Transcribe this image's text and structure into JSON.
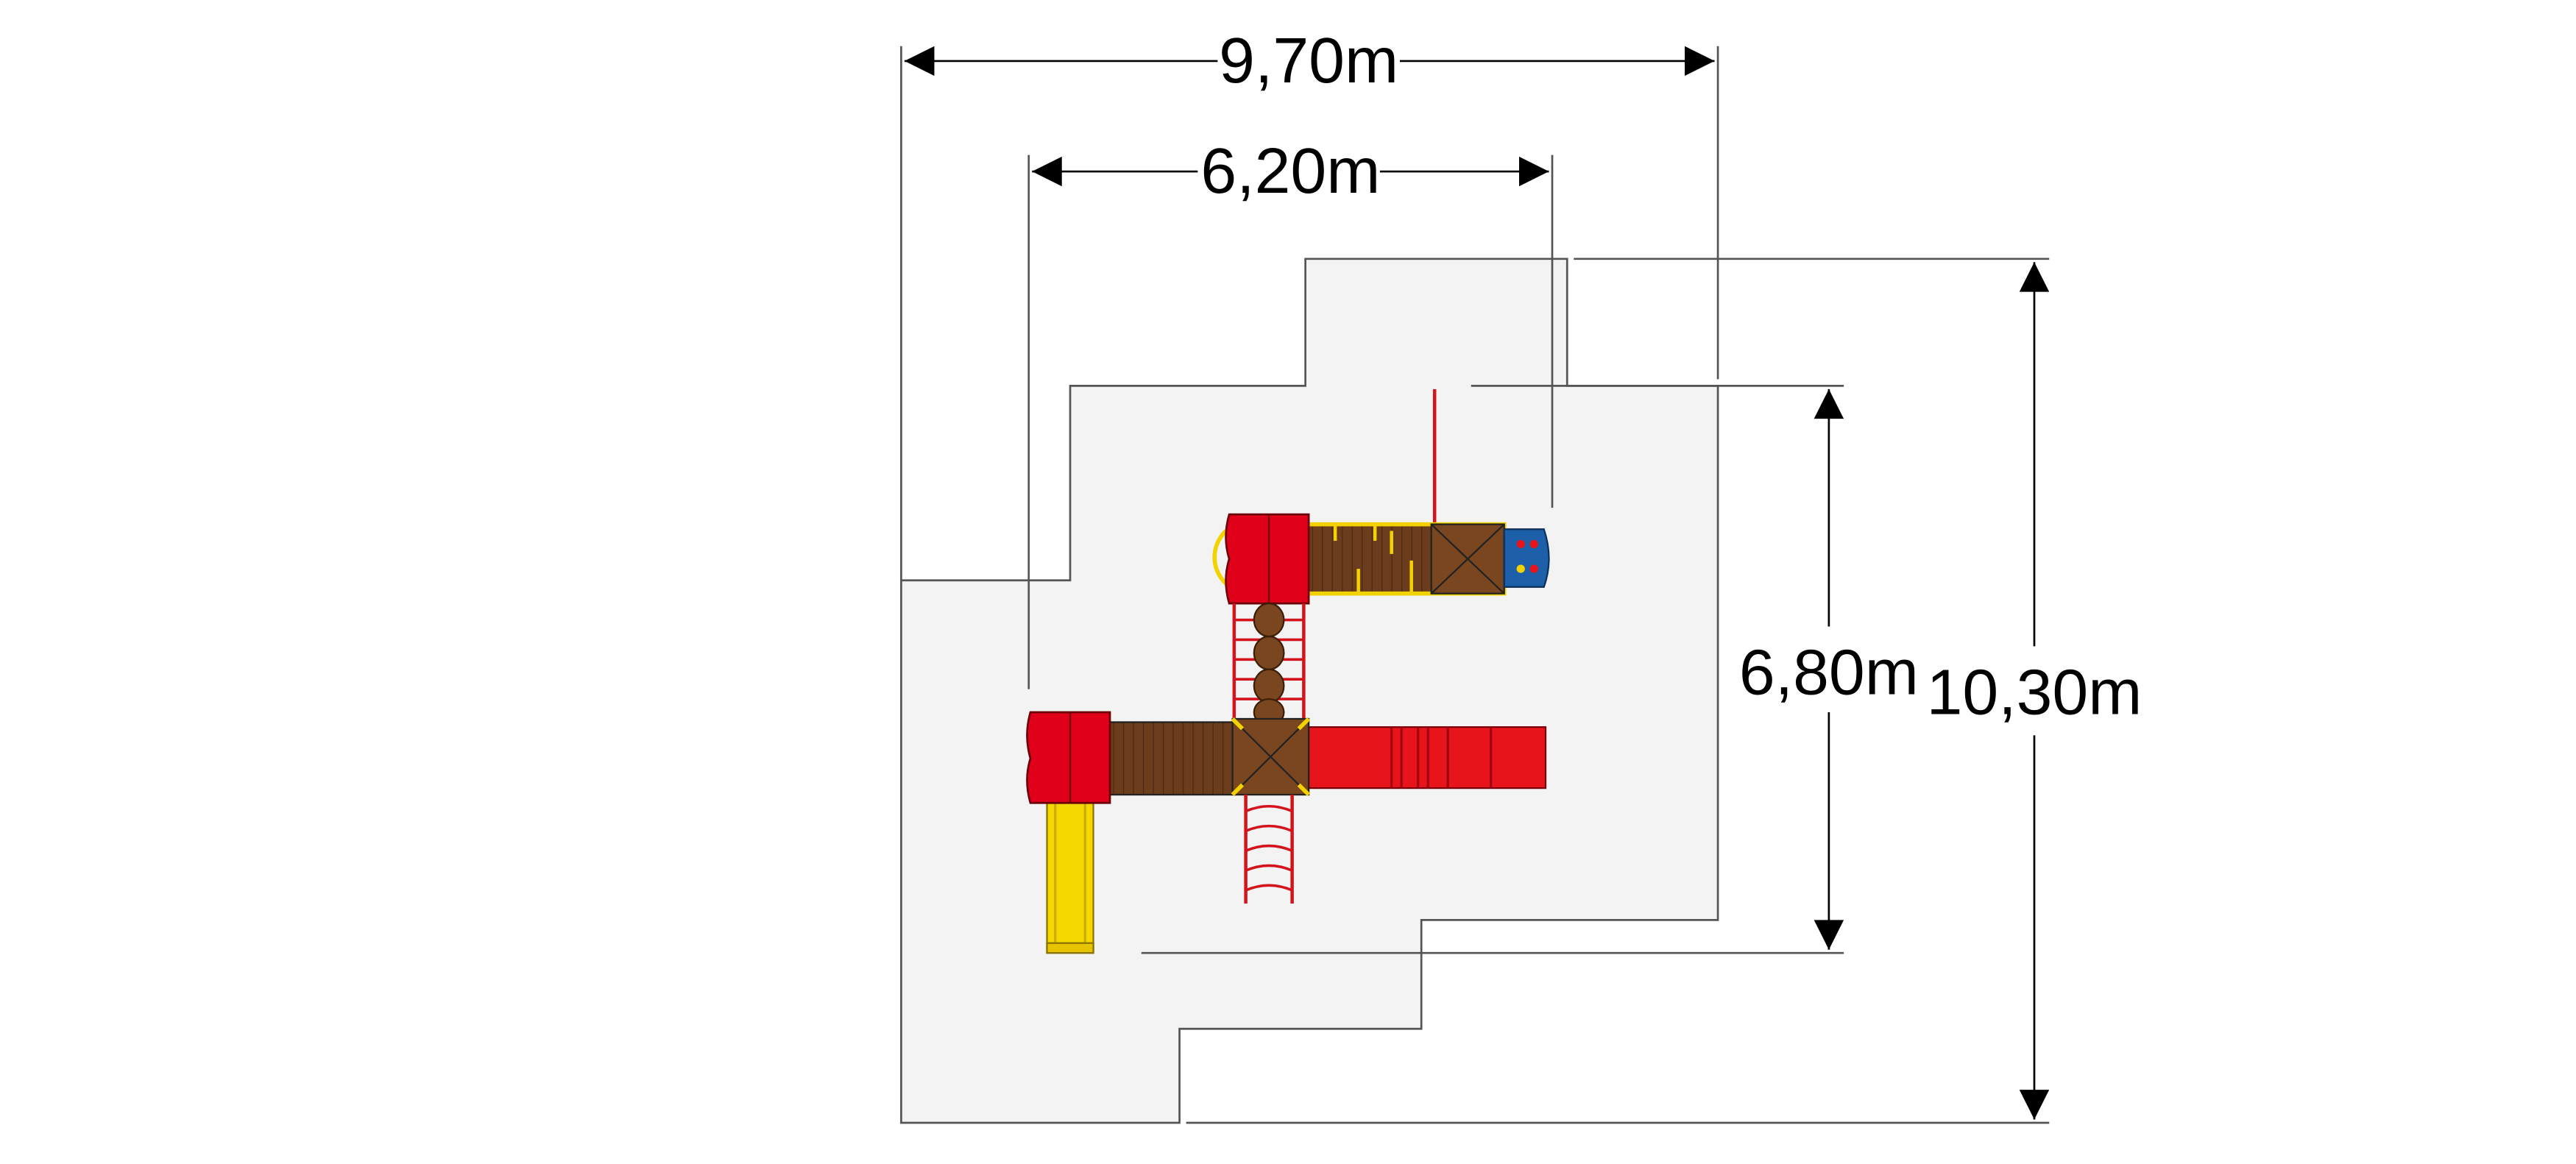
{
  "dimensions": {
    "width_total": "9,70m",
    "width_inner": "6,20m",
    "depth_inner": "6,80m",
    "depth_total": "10,30m"
  },
  "colors": {
    "background": "#ffffff",
    "ground": "#f3f3f3",
    "tower_roof": "#e0001a",
    "deck_wood": "#6b3d1c",
    "frame_yellow": "#f2d200",
    "slide_yellow": "#f5d800",
    "tube_red": "#e8141c",
    "ladder_red": "#d4141c",
    "panel_blue": "#1d5fa8"
  }
}
